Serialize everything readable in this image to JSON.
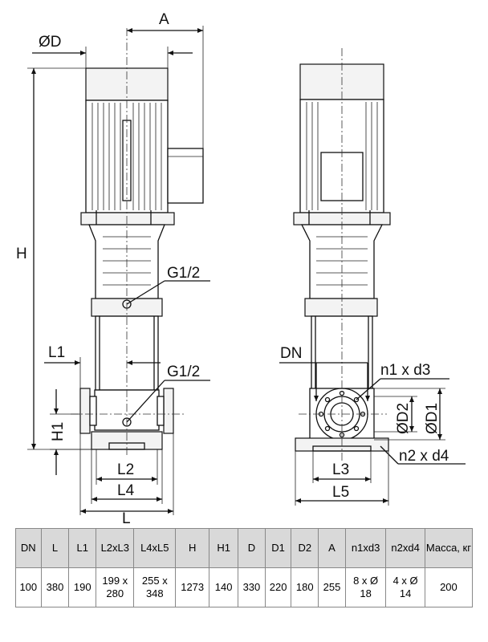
{
  "labels": {
    "dim_A": "A",
    "dim_D": "ØD",
    "dim_H": "H",
    "port_upper": "G1/2",
    "port_lower": "G1/2",
    "dim_L1": "L1",
    "dim_H1": "H1",
    "dim_L2": "L2",
    "dim_L4": "L4",
    "dim_L": "L",
    "dim_DN": "DN",
    "bolt_holes_flange": "n1 x d3",
    "dim_D2": "ØD2",
    "dim_D1": "ØD1",
    "bolt_holes_base": "n2 x d4",
    "dim_L3": "L3",
    "dim_L5": "L5"
  },
  "table": {
    "headers": [
      "DN",
      "L",
      "L1",
      "L2xL3",
      "L4xL5",
      "H",
      "H1",
      "D",
      "D1",
      "D2",
      "A",
      "n1xd3",
      "n2xd4",
      "Масса, кг"
    ],
    "row": [
      "100",
      "380",
      "190",
      "199 x 280",
      "255 x 348",
      "1273",
      "140",
      "330",
      "220",
      "180",
      "255",
      "8 x Ø 18",
      "4 x Ø 14",
      "200"
    ]
  }
}
